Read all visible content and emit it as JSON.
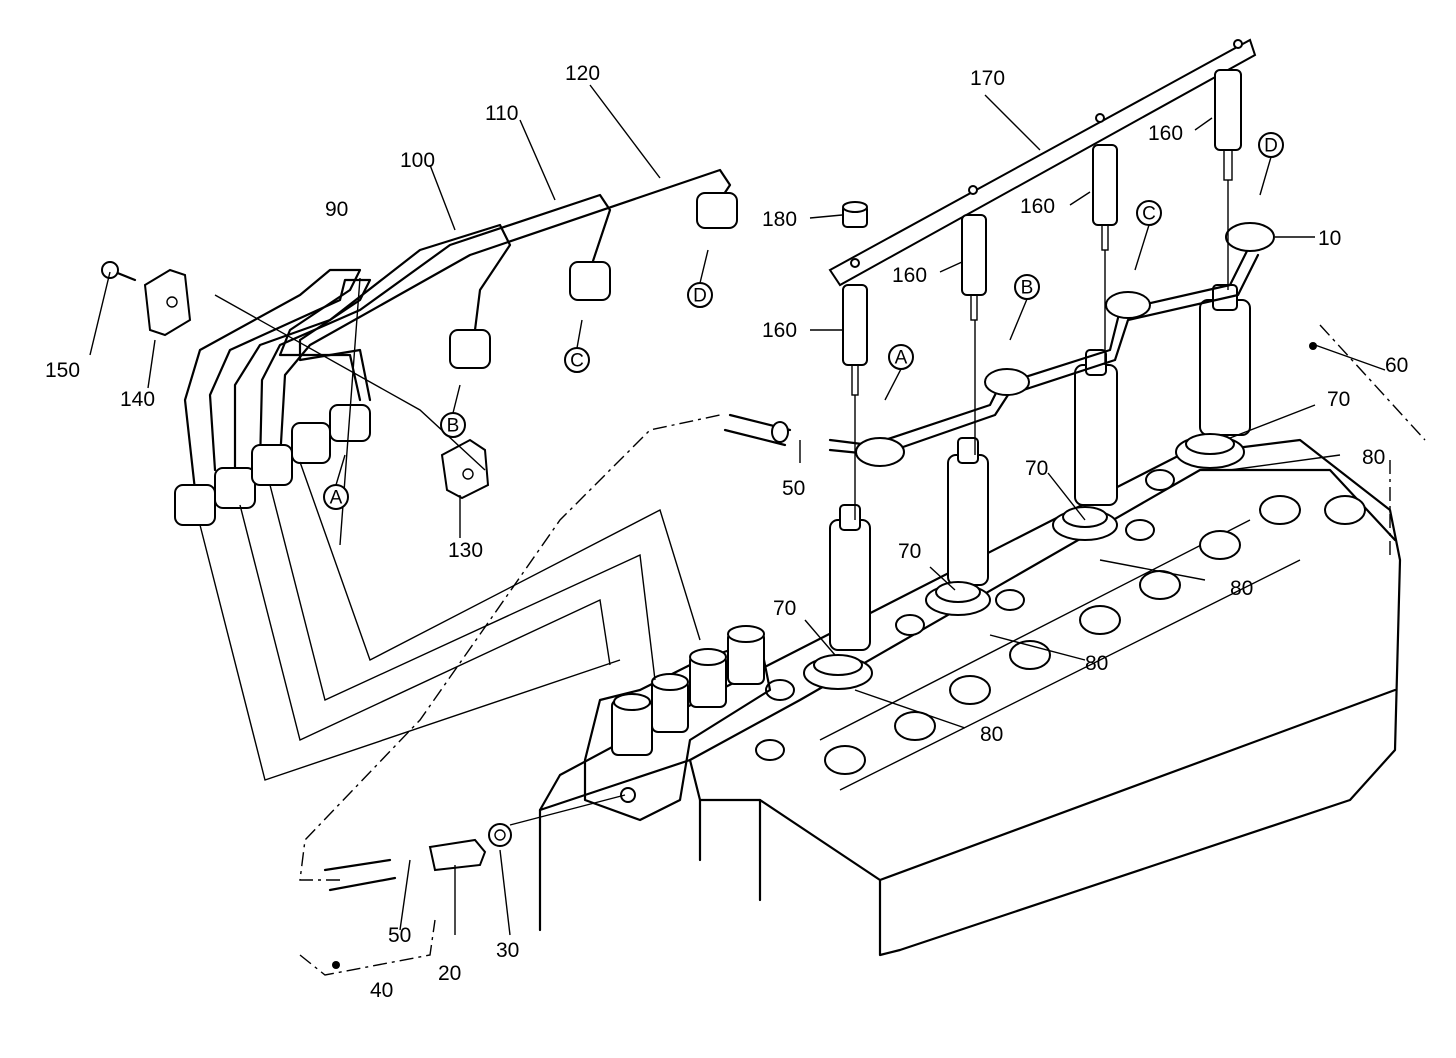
{
  "part_numbers": [
    "10",
    "20",
    "30",
    "40",
    "50",
    "50",
    "60",
    "70",
    "70",
    "70",
    "70",
    "80",
    "80",
    "80",
    "80",
    "90",
    "100",
    "110",
    "120",
    "130",
    "140",
    "150",
    "160",
    "160",
    "160",
    "160",
    "170",
    "180"
  ],
  "connection_markers": [
    "A",
    "B",
    "C",
    "D",
    "A",
    "B",
    "C",
    "D"
  ]
}
